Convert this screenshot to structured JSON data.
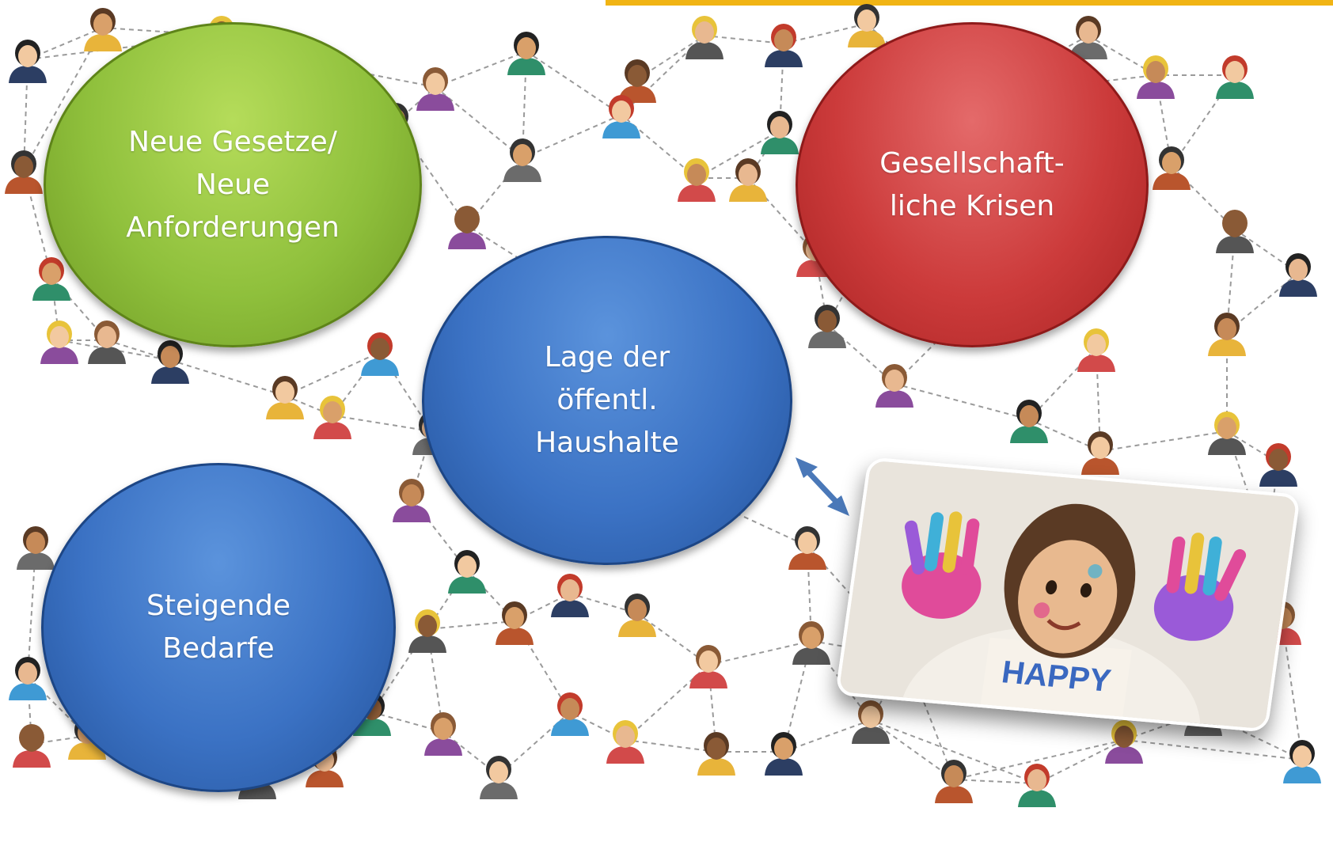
{
  "accent_color": "#f1b414",
  "bubbles": {
    "green": {
      "label": "Neue Gesetze/\nNeue\nAnforderungen",
      "color": "#8fc03c"
    },
    "red": {
      "label": "Gesellschaft-\nliche Krisen",
      "color": "#cc3b3b"
    },
    "blue_center": {
      "label": "Lage der\nöffentl.\nHaushalte",
      "color": "#3b72c4"
    },
    "blue_left": {
      "label": "Steigende\nBedarfe",
      "color": "#3b72c4"
    }
  },
  "connector": {
    "icon": "double-arrow-icon",
    "color": "#4a78b8"
  },
  "photo": {
    "icon": "child-photo-icon",
    "shirt_text": "HAPPY"
  }
}
